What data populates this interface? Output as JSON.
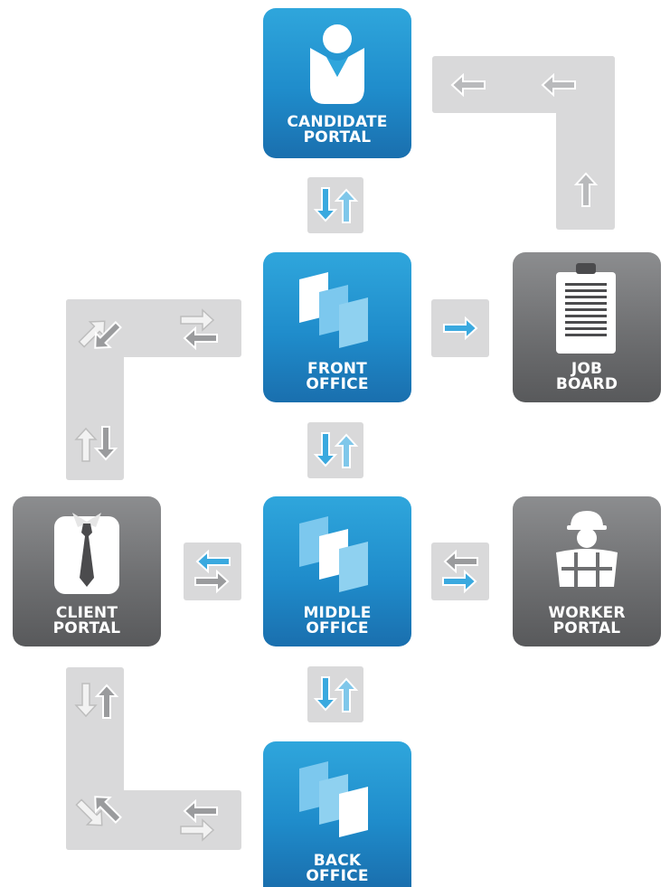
{
  "nodes": {
    "candidate_portal": {
      "line1": "CANDIDATE",
      "line2": "PORTAL"
    },
    "front_office": {
      "line1": "FRONT",
      "line2": "OFFICE"
    },
    "job_board": {
      "line1": "JOB",
      "line2": "BOARD"
    },
    "middle_office": {
      "line1": "MIDDLE",
      "line2": "OFFICE"
    },
    "client_portal": {
      "line1": "CLIENT",
      "line2": "PORTAL"
    },
    "worker_portal": {
      "line1": "WORKER",
      "line2": "PORTAL"
    },
    "back_office": {
      "line1": "BACK",
      "line2": "OFFICE"
    }
  },
  "colors": {
    "blue_tile": "#1f8ccb",
    "gray_tile": "#6e6f71",
    "connector": "#d9d9da",
    "arrow_blue": "#3aa9df",
    "arrow_gray": "#9a9b9d",
    "arrow_white": "#f2f2f2"
  },
  "icons": {
    "candidate_portal": "person-icon",
    "front_office": "document-stack-icon",
    "job_board": "clipboard-icon",
    "middle_office": "document-stack-icon",
    "client_portal": "shirt-tie-icon",
    "worker_portal": "hardhat-worker-icon",
    "back_office": "document-stack-icon"
  }
}
